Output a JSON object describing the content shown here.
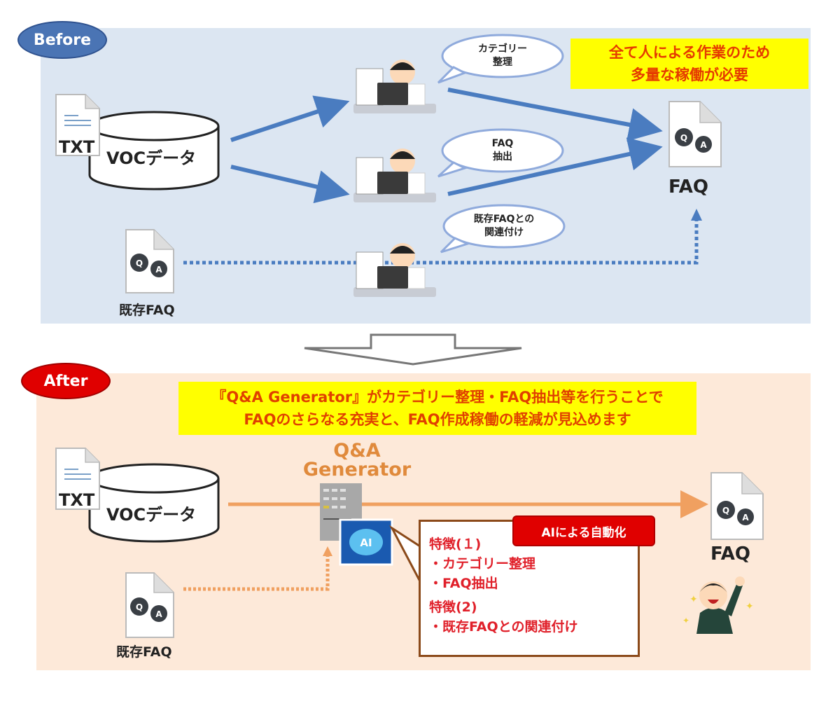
{
  "before": {
    "badge": "Before",
    "note": [
      "全て人による作業のため",
      "多量な稼働が必要"
    ],
    "source": {
      "file_tag": "TXT",
      "db_label": "VOCデータ"
    },
    "tasks": [
      {
        "bubble": [
          "カテゴリー",
          "整理"
        ]
      },
      {
        "bubble": [
          "FAQ",
          "抽出"
        ]
      },
      {
        "bubble": [
          "既存FAQとの",
          "関連付け"
        ]
      }
    ],
    "existing_faq_label": "既存FAQ",
    "output_label": "FAQ"
  },
  "after": {
    "badge": "After",
    "note": [
      "『Q&A Generator』がカテゴリー整理・FAQ抽出等を行うことで",
      "FAQのさらなる充実と、FAQ作成稼働の軽減が見込めます"
    ],
    "source": {
      "file_tag": "TXT",
      "db_label": "VOCデータ"
    },
    "generator_title": [
      "Q&A",
      "Generator"
    ],
    "ai_chip": "AI",
    "existing_faq_label": "既存FAQ",
    "output_label": "FAQ",
    "features": {
      "tag": "AIによる自動化",
      "lines": [
        "特徴(１)",
        "・カテゴリー整理",
        "・FAQ抽出",
        "特徴(2)",
        "・既存FAQとの関連付け"
      ]
    }
  },
  "qa_icon": {
    "q": "Q",
    "a": "A"
  },
  "colors": {
    "before_bg": "#dce6f2",
    "after_bg": "#fde9d9",
    "before_arrow": "#4a7cc0",
    "after_arrow": "#f0a060",
    "note_bg": "#ffff00",
    "note_text": "#e53a00",
    "feature_text": "#e0202a"
  }
}
